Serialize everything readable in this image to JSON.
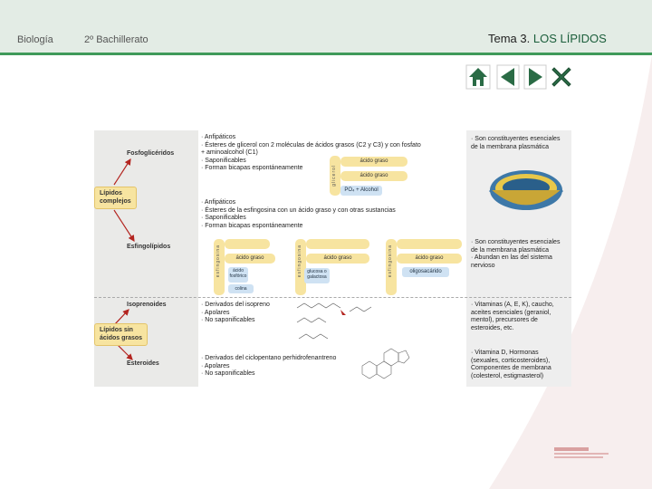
{
  "header": {
    "subject": "Biología",
    "course": "2º Bachillerato",
    "title_prefix": "Tema 3. ",
    "title_main": "LOS LÍPIDOS"
  },
  "nav": {
    "home_icon": "home-icon",
    "prev_icon": "prev-triangle-icon",
    "next_icon": "next-triangle-icon",
    "close_icon": "close-x-icon"
  },
  "figure": {
    "groups": {
      "complex": "Lípidos complejos",
      "complex_l1": "Lípidos",
      "complex_l2": "complejos",
      "simple_l1": "Lípidos sin",
      "simple_l2": "ácidos grasos"
    },
    "types": {
      "fosfo": "Fosfoglicéridos",
      "esfingo": "Esfingolípidos",
      "isopre": "Isoprenoides",
      "ester": "Esteroides"
    },
    "fosfo_desc": [
      "· Anfipáticos",
      "· Ésteres de glicerol con 2 moléculas de ácidos grasos (C2 y C3) y con fosfato",
      "  + aminoalcohol (C1)",
      "· Saponificables",
      "· Forman bicapas espontáneamente"
    ],
    "esfingo_desc": [
      "· Anfipáticos",
      "· Ésteres de la esfingosina con un ácido graso y con otras sustancias",
      "· Saponificables",
      "· Forman bicapas espontáneamente"
    ],
    "isopre_desc": [
      "· Derivados del isopreno",
      "· Apolares",
      "· No saponificables"
    ],
    "ester_desc": [
      "· Derivados del ciclopentano perhidrofenantreno",
      "· Apolares",
      "· No saponificables"
    ],
    "diagram": {
      "glicerol": "glicerol",
      "acido_graso": "ácido graso",
      "po4": "PO₄ + Alcohol",
      "esfingosina": "esfingosina",
      "acido_fosforico": "ácido fosfórico",
      "colina": "colina",
      "glucosa": "glucosa o galactosa",
      "oligosacarido": "oligosacárido"
    },
    "right": {
      "fosfo": [
        "· Son constituyentes esenciales",
        "  de la membrana plasmática"
      ],
      "esfingo": [
        "· Son constituyentes esenciales",
        "  de la membrana plasmática",
        "· Abundan en las del sistema",
        "  nervioso"
      ],
      "isopre": [
        "· Vitaminas (A, E, K), caucho,",
        "  aceites esenciales (geraniol,",
        "  mentol), precursores de",
        "  esteroides, etc."
      ],
      "ester": [
        "· Vitamina D, Hormonas",
        "  (sexuales, corticosteroides),",
        "  Componentes de membrana",
        "  (colesterol, estigmasterol)"
      ]
    }
  },
  "footer": {
    "logo_icon": "publisher-logo-icon"
  },
  "colors": {
    "header_bg": "#e3ece5",
    "header_line": "#3f9a5a",
    "nav_green": "#2a6b45",
    "arrow_red": "#b3241f",
    "box_yellow": "#f7e4a0",
    "box_blue": "#cfe2f3"
  }
}
